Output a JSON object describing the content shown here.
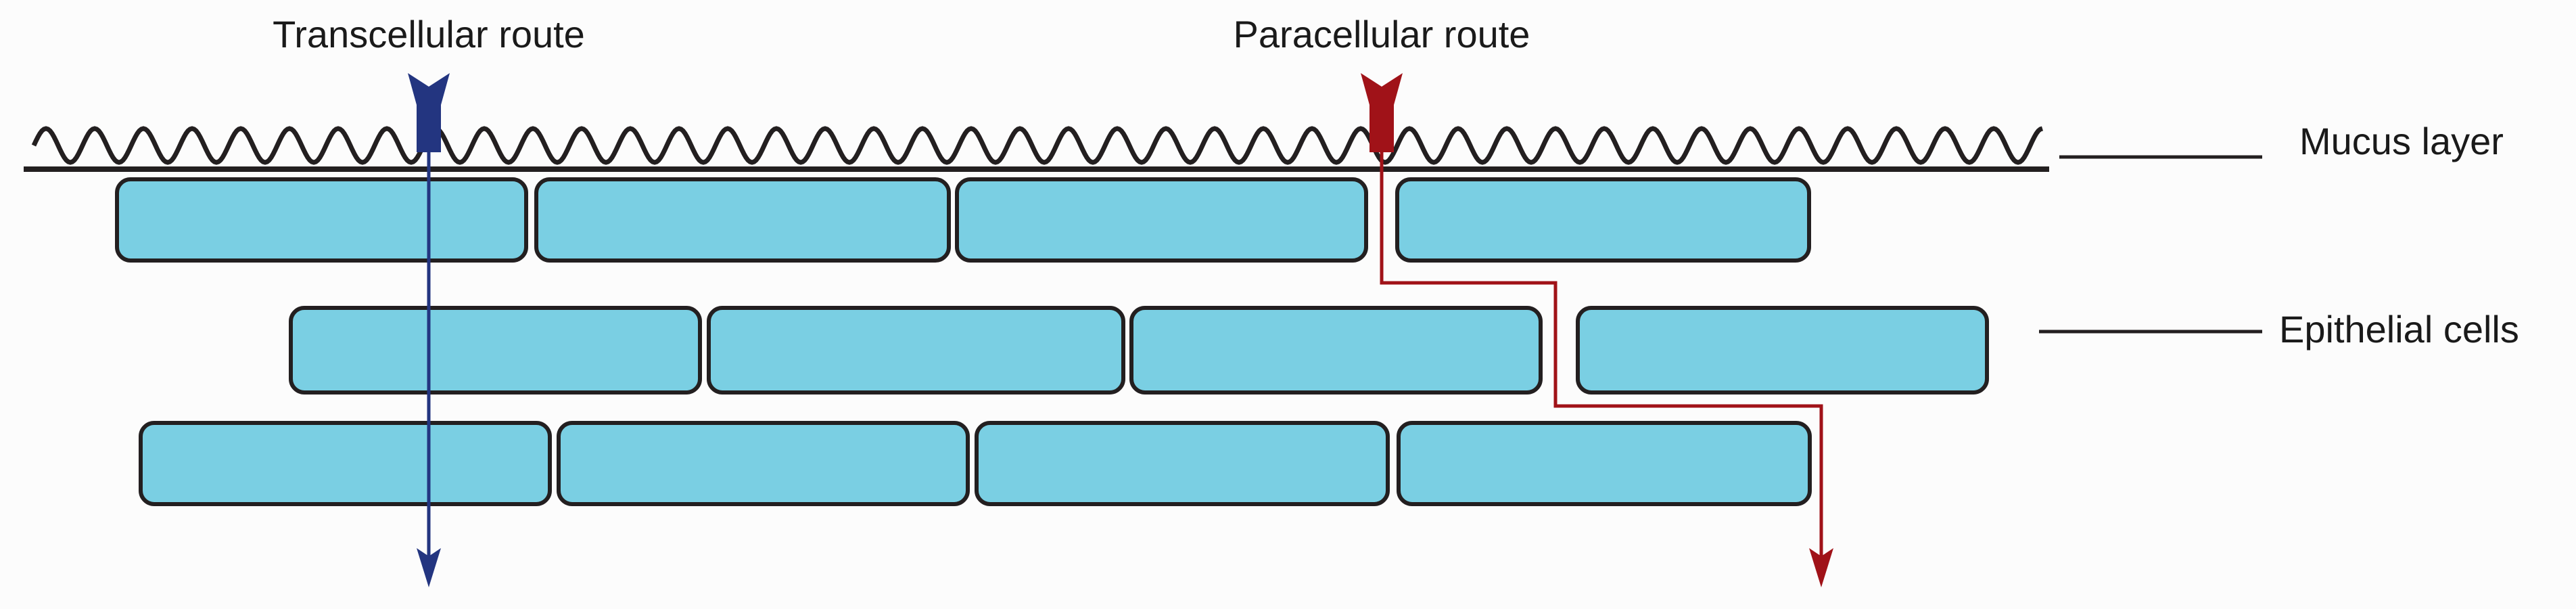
{
  "labels": {
    "transcellular": "Transcellular route",
    "paracellular": "Paracellular route",
    "mucus": "Mucus layer",
    "epithelial": "Epithelial cells"
  },
  "colors": {
    "cell_fill": "#7acfe3",
    "outline": "#231f20",
    "transcellular_route": "#233580",
    "paracellular_route": "#a01218",
    "background": "#fcfcfc"
  },
  "icons": {
    "route_start": "arrow-fletching-icon",
    "route_end": "arrowhead-icon"
  }
}
